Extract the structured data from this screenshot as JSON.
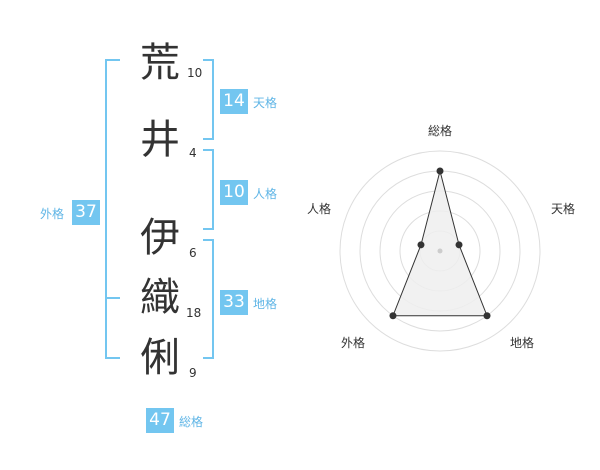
{
  "colors": {
    "accent": "#73c6f0",
    "accent_text": "#5fb5e6",
    "text": "#333333",
    "radar_fill": "#eeeeee",
    "ring": "#dddddd"
  },
  "name": {
    "characters": [
      {
        "char": "荒",
        "strokes": "10"
      },
      {
        "char": "井",
        "strokes": "4"
      },
      {
        "char": "伊",
        "strokes": "6"
      },
      {
        "char": "織",
        "strokes": "18"
      },
      {
        "char": "俐",
        "strokes": "9"
      }
    ]
  },
  "fortune": {
    "tenkaku": {
      "label": "天格",
      "value": "14"
    },
    "jinkaku": {
      "label": "人格",
      "value": "10"
    },
    "chikaku": {
      "label": "地格",
      "value": "33"
    },
    "gaikaku": {
      "label": "外格",
      "value": "37"
    },
    "soukaku": {
      "label": "総格",
      "value": "47"
    }
  },
  "chart_data": {
    "type": "radar",
    "axes": [
      "総格",
      "天格",
      "地格",
      "外格",
      "人格"
    ],
    "values": [
      4,
      1,
      4,
      4,
      1
    ],
    "max": 5,
    "rings": 5
  }
}
